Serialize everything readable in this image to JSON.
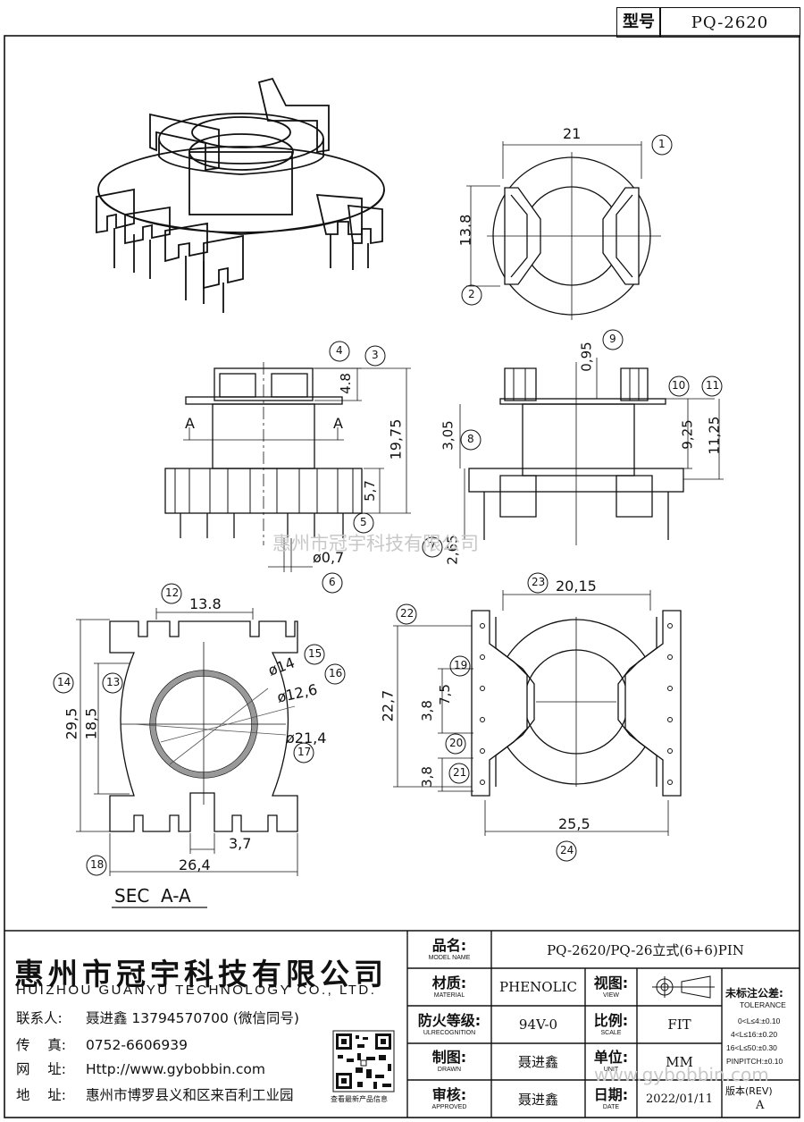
{
  "header": {
    "model_label": "型号",
    "model_value": "PQ-2620"
  },
  "dims": {
    "d1": "21",
    "d2": "13.8",
    "d3": "4.8",
    "d4": "19,75",
    "d5": "5,7",
    "d6": "ø0,7",
    "d7": "0,95",
    "d8": "3,05",
    "d9": "9,25",
    "d10": "11,25",
    "d11": "2,65",
    "d12": "13.8",
    "d13": "29,5",
    "d14": "18,5",
    "d15": "ø14",
    "d16": "ø12,6",
    "d17": "ø21,4",
    "d18": "3,7",
    "d19": "26,4",
    "d20": "20,15",
    "d21": "22,7",
    "d22": "3,8",
    "d23": "7,5",
    "d24": "3,8",
    "d25": "25,5"
  },
  "section_marks": {
    "left": "A",
    "right": "A"
  },
  "section_title": "SEC  A-A",
  "callouts": [
    "1",
    "2",
    "3",
    "4",
    "5",
    "6",
    "7",
    "8",
    "9",
    "10",
    "11",
    "12",
    "13",
    "14",
    "15",
    "16",
    "17",
    "18",
    "19",
    "20",
    "21",
    "22",
    "23",
    "24"
  ],
  "watermark_center": "惠州市冠宇科技有限公司",
  "watermark_footer": "www.gybobbin.com",
  "company": {
    "name_cn": "惠州市冠宇科技有限公司",
    "name_en": "HUIZHOU GUANYU TECHNOLOGY CO., LTD.",
    "contact_label": "联系人:",
    "contact_value": "聂进鑫 13794570700 (微信同号)",
    "fax_label": "传    真:",
    "fax_value": "0752-6606939",
    "web_label": "网    址:",
    "web_value": "Http://www.gybobbin.com",
    "addr_label": "地    址:",
    "addr_value": "惠州市博罗县义和区来百利工业园",
    "qr_caption": "查看最新产品信息"
  },
  "title_block": {
    "name_cn": "品名:",
    "name_en": "MODEL NAME",
    "name_value": "PQ-2620/PQ-26立式(6+6)PIN",
    "material_cn": "材质:",
    "material_en": "MATERIAL",
    "material_value": "PHENOLIC",
    "view_cn": "视图:",
    "view_en": "VIEW",
    "fire_cn": "防火等级:",
    "fire_en": "ULRECOGNITION",
    "fire_value": "94V-0",
    "scale_cn": "比例:",
    "scale_en": "SCALE",
    "scale_value": "FIT",
    "drawn_cn": "制图:",
    "drawn_en": "DRAWN",
    "drawn_value": "聂进鑫",
    "unit_cn": "单位:",
    "unit_en": "UNIT",
    "unit_value": "MM",
    "approved_cn": "审核:",
    "approved_en": "APPROVED",
    "approved_value": "聂进鑫",
    "date_cn": "日期:",
    "date_en": "DATE",
    "date_value": "2022/01/11",
    "tol_title": "未标注公差:",
    "tol_en": "TOLERANCE",
    "tol_1": "0<L≤4:±0.10",
    "tol_2": "4<L≤16:±0.20",
    "tol_3": "16<L≤50:±0.30",
    "tol_4": "PINPITCH:±0.10",
    "rev_label": "版本(REV)",
    "rev_value": "A"
  }
}
